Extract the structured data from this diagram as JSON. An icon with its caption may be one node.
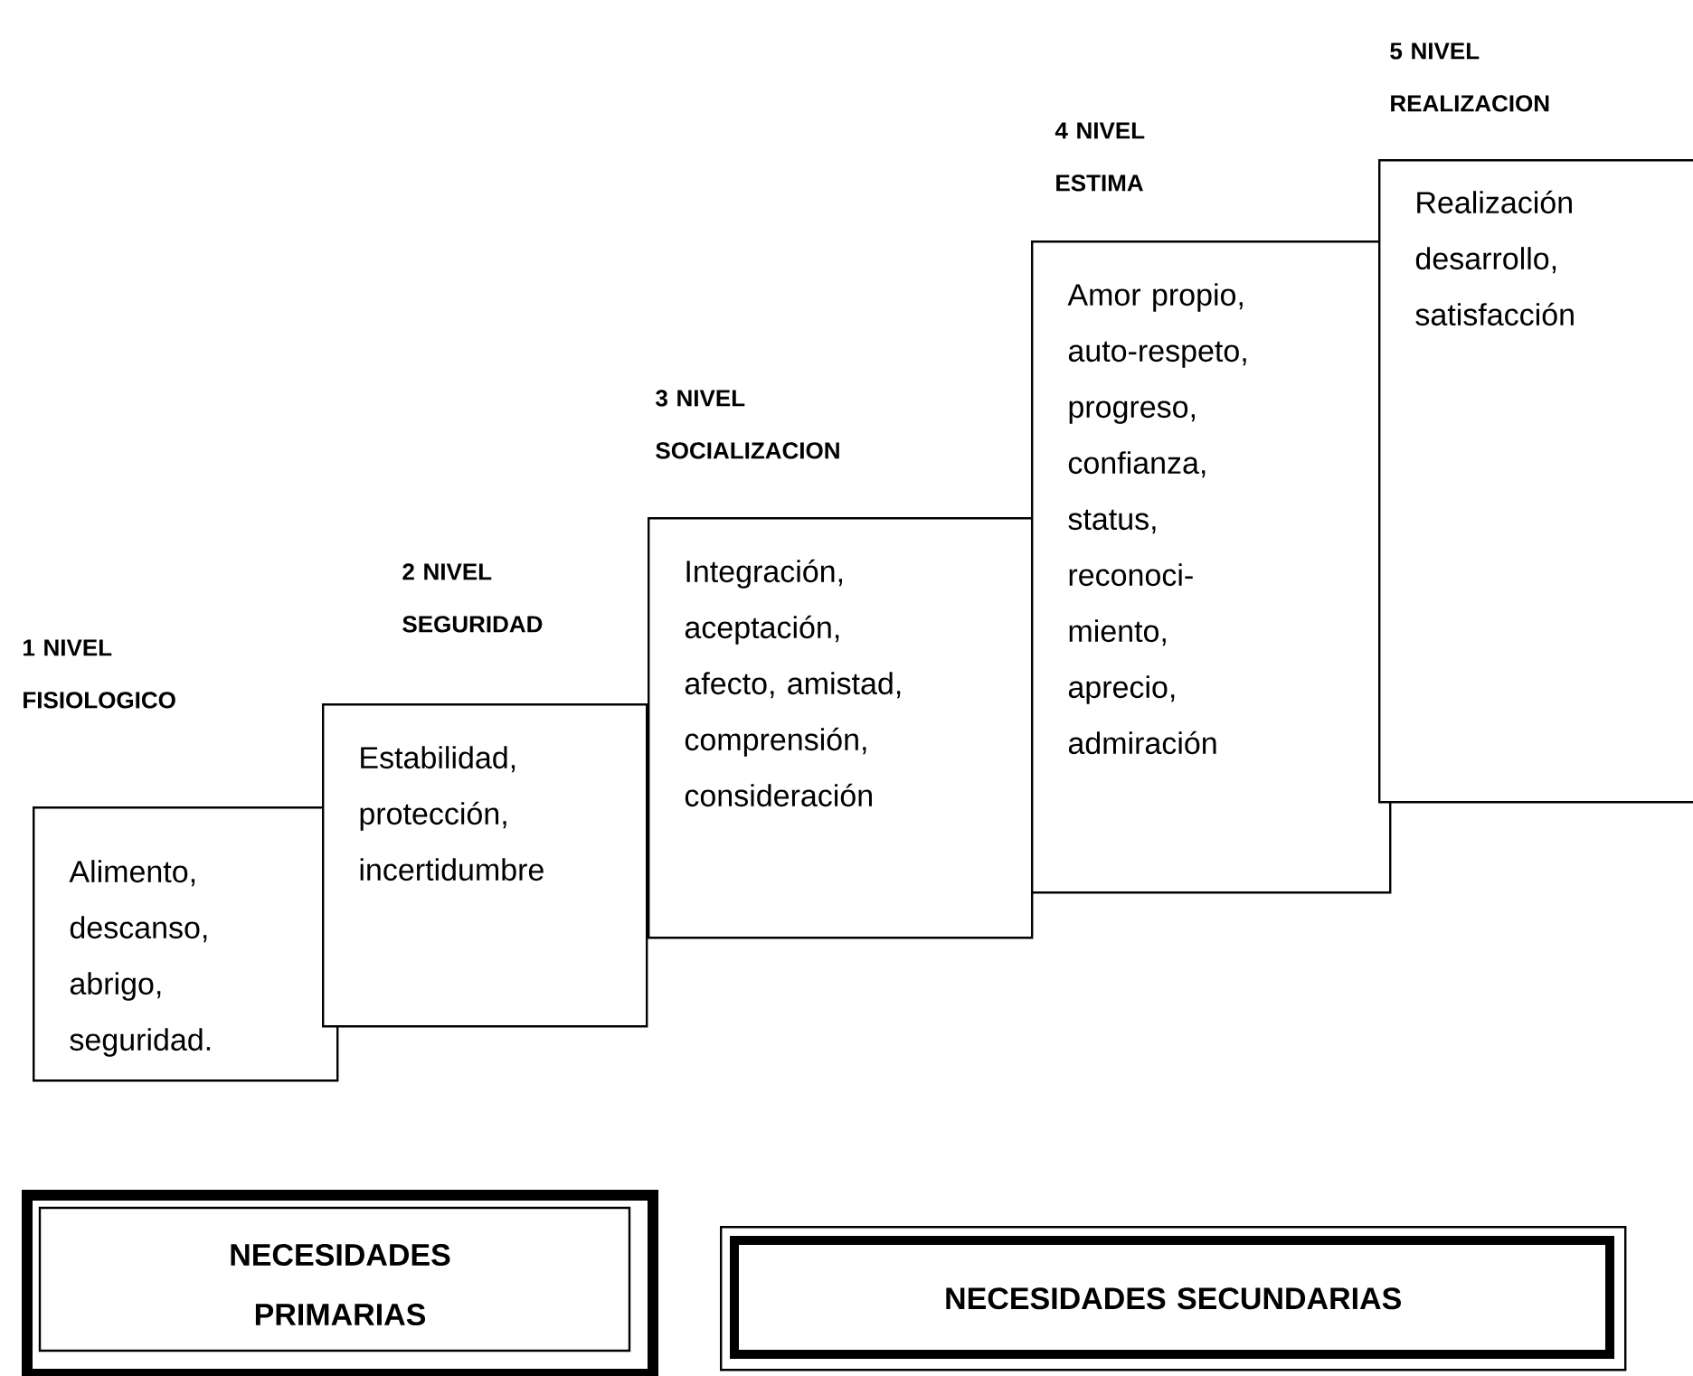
{
  "diagram": {
    "nodes": [
      {
        "text": [
          "1 NIVEL FISIOLOGICO",
          "Alimento, descanso, abrigo, seguridad."
        ]
      },
      {
        "text": [
          "2 NIVEL SEGURIDAD",
          "Estabilidad, protección, incertidumbre"
        ]
      },
      {
        "text": [
          "3 NIVEL SOCIALIZACION",
          "Integración, aceptación, afecto, amistad, comprensión, consideración"
        ]
      },
      {
        "text": [
          "4 NIVEL ESTIMA",
          "Amor propio, auto-respeto, progreso, confianza, status, reconoci- miento, aprecio, admiración"
        ]
      },
      {
        "text": [
          "5 NIVEL REALIZACION",
          "Realización desarrollo, satisfacción"
        ]
      },
      {
        "text": [
          "NECESIDADES PRIMARIAS"
        ]
      },
      {
        "text": [
          "NECESIDADES SECUNDARIAS"
        ]
      }
    ],
    "edges": []
  }
}
